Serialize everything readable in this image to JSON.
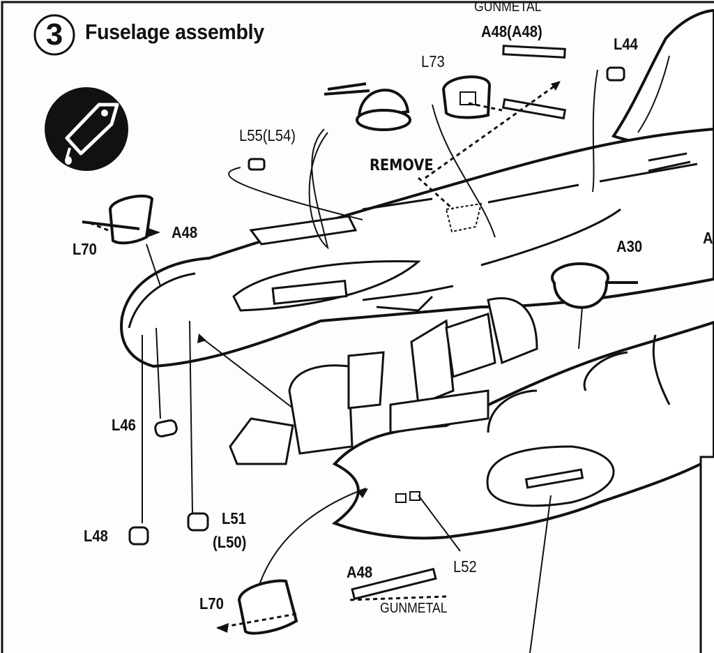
{
  "step": {
    "number": "3",
    "title": "Fuselage assembly"
  },
  "icon": {
    "name": "glue-tube-icon"
  },
  "labels": {
    "gunmetal_top": "GUNMETAL",
    "a48_top": "A48(A48)",
    "l73": "L73",
    "l44": "L44",
    "l55": "L55(L54)",
    "remove": "REMOVE",
    "a48_left": "A48",
    "l70_left": "L70",
    "a30": "A30",
    "a_edge": "A",
    "l46": "L46",
    "l48": "L48",
    "l51": "L51",
    "l50": "(L50)",
    "l52": "L52",
    "a48_bottom": "A48",
    "l70_bottom": "L70",
    "gunmetal_bottom": "GUNMETAL"
  },
  "colors": {
    "ink": "#111111",
    "paper": "#fdfdfb",
    "tone": "#d6d6d2"
  }
}
